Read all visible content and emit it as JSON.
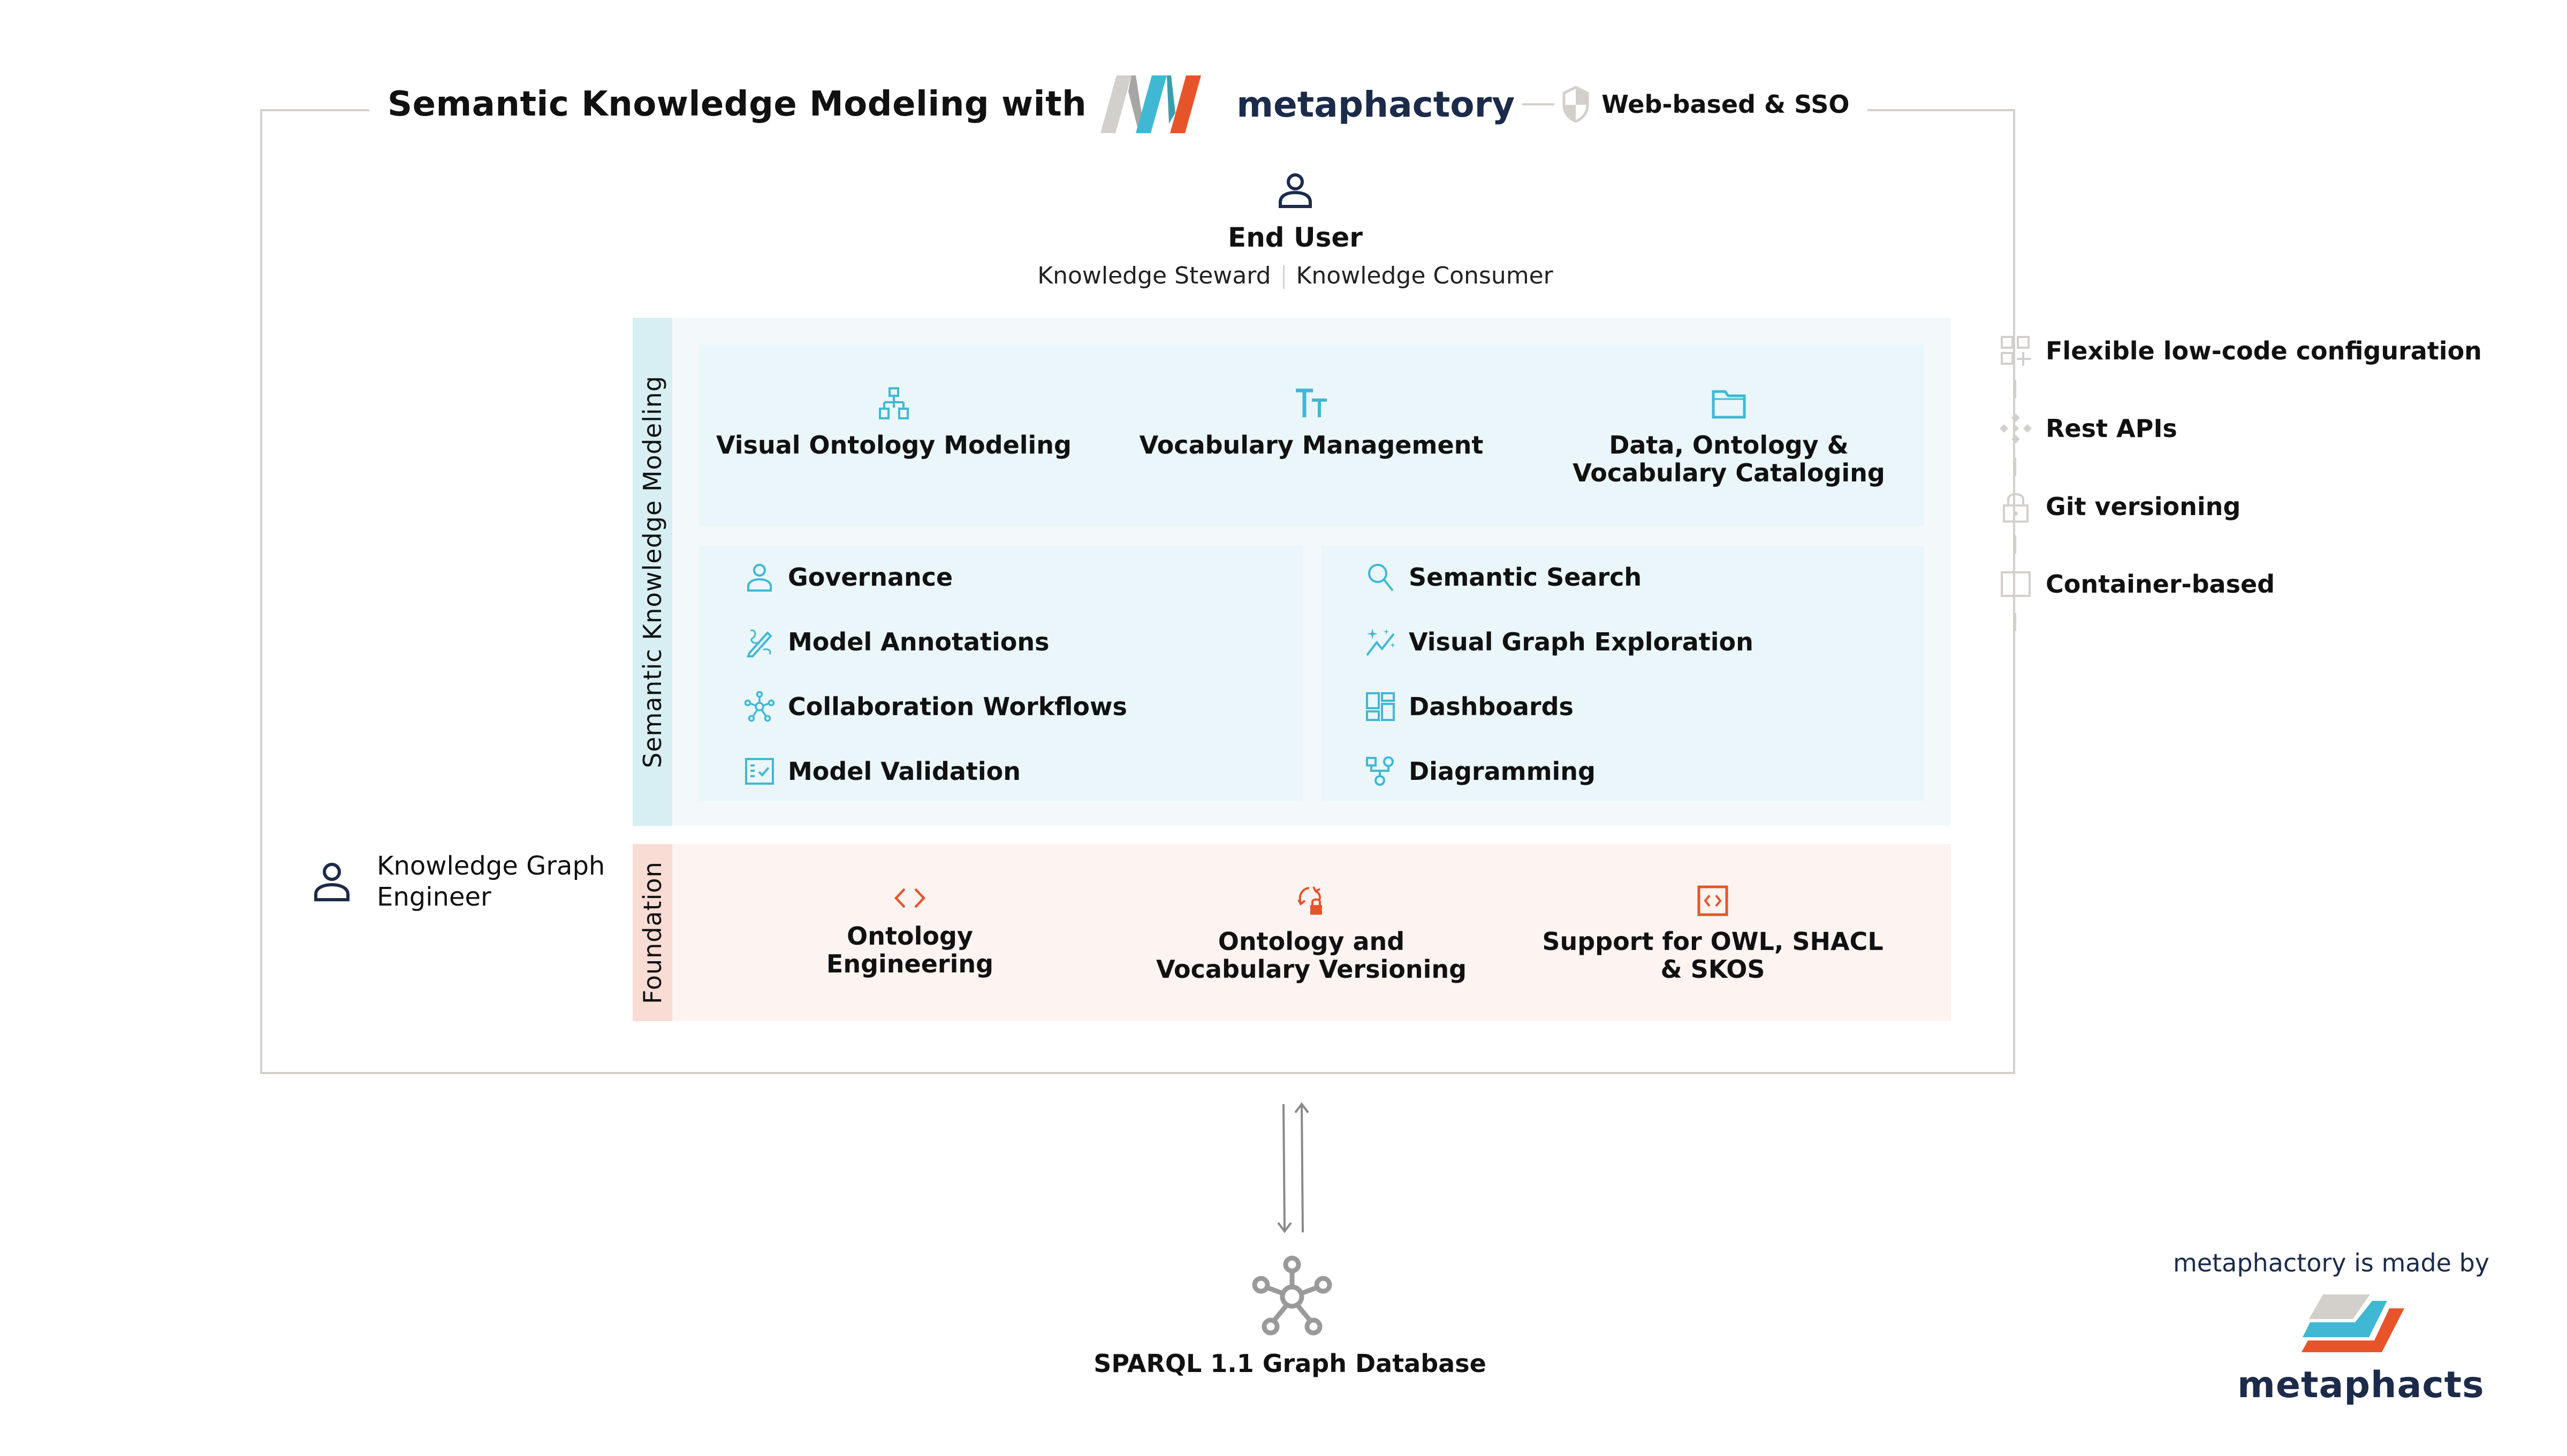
{
  "header": {
    "title": "Semantic Knowledge Modeling with",
    "brand": "metaphactory",
    "badge": "Web-based & SSO"
  },
  "end_user": {
    "title": "End User",
    "roles": [
      "Knowledge Steward",
      "Knowledge Consumer"
    ]
  },
  "skm_section": {
    "label": "Semantic Knowledge Modeling",
    "top_features": [
      {
        "label_lines": [
          "Visual Ontology Modeling"
        ],
        "icon": "hierarchy-icon"
      },
      {
        "label_lines": [
          "Vocabulary Management"
        ],
        "icon": "text-size-icon"
      },
      {
        "label_lines": [
          "Data, Ontology &",
          "Vocabulary Cataloging"
        ],
        "icon": "folder-icon"
      }
    ],
    "left_list": [
      {
        "label": "Governance",
        "icon": "user-icon"
      },
      {
        "label": "Model Annotations",
        "icon": "annotation-pen-icon"
      },
      {
        "label": "Collaboration Workflows",
        "icon": "network-icon"
      },
      {
        "label": "Model Validation",
        "icon": "checklist-icon"
      }
    ],
    "right_list": [
      {
        "label": "Semantic Search",
        "icon": "search-icon"
      },
      {
        "label": "Visual Graph Exploration",
        "icon": "sparkle-graph-icon"
      },
      {
        "label": "Dashboards",
        "icon": "dashboard-icon"
      },
      {
        "label": "Diagramming",
        "icon": "diagram-icon"
      }
    ]
  },
  "foundation": {
    "label": "Foundation",
    "features": [
      {
        "label_lines": [
          "Ontology",
          "Engineering"
        ],
        "icon": "code-brackets-icon"
      },
      {
        "label_lines": [
          "Ontology and",
          "Vocabulary Versioning"
        ],
        "icon": "sync-lock-icon"
      },
      {
        "label_lines": [
          "Support for OWL, SHACL",
          "& SKOS"
        ],
        "icon": "code-file-icon"
      }
    ]
  },
  "kg_engineer": {
    "label_lines": [
      "Knowledge Graph",
      "Engineer"
    ]
  },
  "side_features": [
    {
      "label": "Flexible low-code configuration",
      "icon": "grid-add-icon"
    },
    {
      "label": "Rest APIs",
      "icon": "api-diamonds-icon"
    },
    {
      "label": "Git versioning",
      "icon": "lock-icon"
    },
    {
      "label": "Container-based",
      "icon": "container-icon"
    }
  ],
  "database": {
    "label": "SPARQL 1.1 Graph Database"
  },
  "footer": {
    "made_by": "metaphactory is made by",
    "company": "metaphacts"
  },
  "colors": {
    "navy": "#1c2b4a",
    "teal": "#40b8d4",
    "orange": "#e8542a",
    "gray": "#d3d0cb",
    "skm_bg": "#f3f9fb",
    "skm_card": "#eaf6fa",
    "skm_strip": "#d7eef3",
    "foundation_bg": "#fdf3f1",
    "foundation_strip": "#f9dcd4"
  }
}
